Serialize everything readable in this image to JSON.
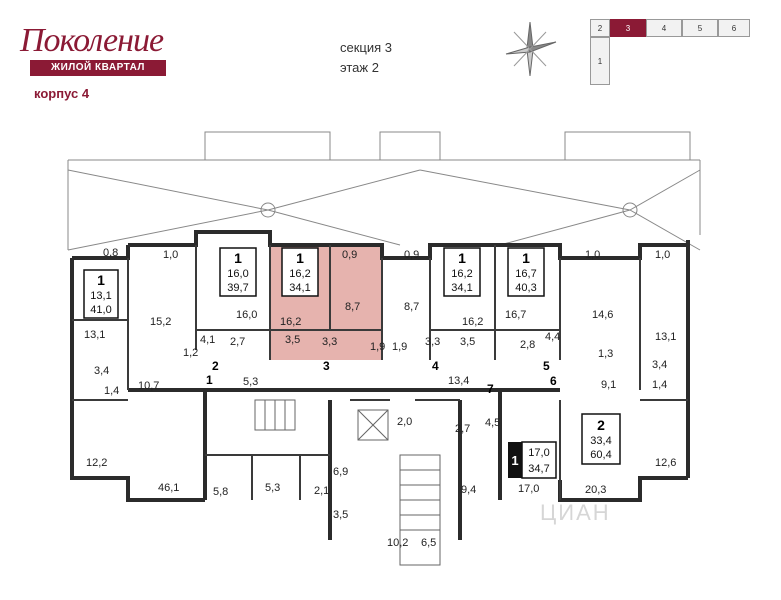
{
  "logo": {
    "script_text": "Поколение",
    "band_text": "ЖИЛОЙ КВАРТАЛ"
  },
  "building_label": "корпус 4",
  "section_label": "секция 3",
  "floor_label": "этаж 2",
  "section_map": {
    "sections": [
      "2",
      "3",
      "4",
      "5",
      "6",
      "1"
    ],
    "active": "3",
    "active_color": "#8b1a35"
  },
  "compass_icon": "compass-rose-icon",
  "highlight_color": "#e6b3ae",
  "apartments": [
    {
      "id": "apt-a",
      "rooms": "1",
      "living": "13,1",
      "total": "41,0"
    },
    {
      "id": "apt-b",
      "rooms": "1",
      "living": "16,0",
      "total": "39,7"
    },
    {
      "id": "apt-c",
      "rooms": "1",
      "living": "16,2",
      "total": "34,1",
      "highlighted": true
    },
    {
      "id": "apt-d",
      "rooms": "1",
      "living": "16,2",
      "total": "34,1"
    },
    {
      "id": "apt-e",
      "rooms": "1",
      "living": "16,7",
      "total": "40,3"
    },
    {
      "id": "apt-f",
      "rooms": "1",
      "living": "17,0",
      "total": "34,7"
    },
    {
      "id": "apt-g",
      "rooms": "2",
      "living": "33,4",
      "total": "60,4"
    }
  ],
  "room_labels": [
    "0,8",
    "1,0",
    "15,2",
    "1,2",
    "4,1",
    "2,7",
    "16,0",
    "16,2",
    "3,5",
    "3,3",
    "0,9",
    "8,7",
    "1,9",
    "0,9",
    "8,7",
    "1,9",
    "3,3",
    "3,5",
    "16,2",
    "16,7",
    "2,8",
    "4,4",
    "1,0",
    "14,6",
    "1,3",
    "1,0",
    "13,1",
    "3,4",
    "1,4",
    "13,1",
    "3,4",
    "1,4",
    "10,7",
    "5,3",
    "13,4",
    "9,1",
    "2,0",
    "2,7",
    "4,5",
    "12,2",
    "46,1",
    "5,8",
    "5,3",
    "2,1",
    "6,9",
    "3,5",
    "9,4",
    "17,0",
    "20,3",
    "12,6",
    "10,2",
    "6,5"
  ],
  "entrance_numbers": [
    "1",
    "2",
    "3",
    "4",
    "5",
    "6",
    "7"
  ],
  "watermark": "ЦИАН"
}
